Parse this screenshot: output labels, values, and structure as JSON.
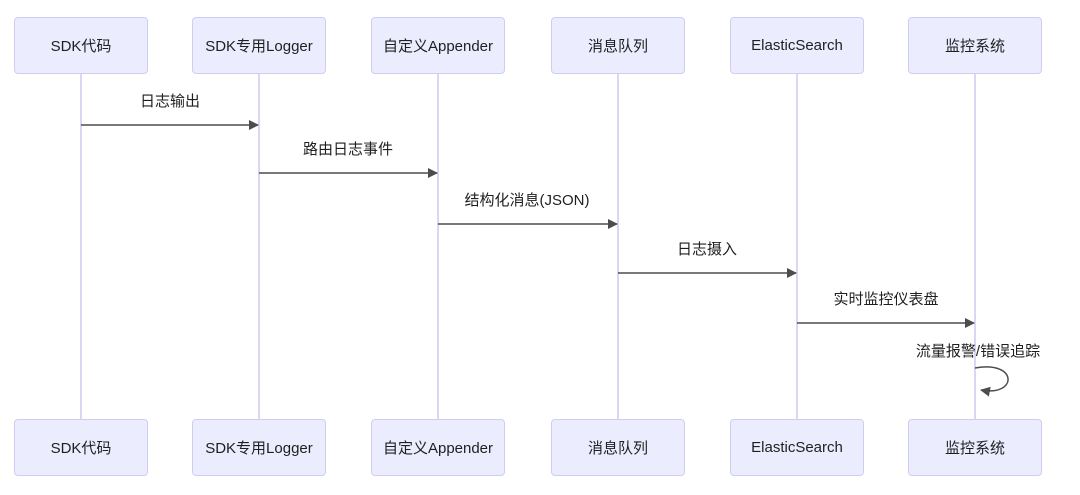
{
  "diagram": {
    "type": "sequence-diagram",
    "actors": [
      {
        "id": "sdk-code",
        "label": "SDK代码"
      },
      {
        "id": "sdk-logger",
        "label": "SDK专用Logger"
      },
      {
        "id": "custom-appender",
        "label": "自定义Appender"
      },
      {
        "id": "message-queue",
        "label": "消息队列"
      },
      {
        "id": "elasticsearch",
        "label": "ElasticSearch"
      },
      {
        "id": "monitoring",
        "label": "监控系统"
      }
    ],
    "messages": [
      {
        "from": "SDK代码",
        "to": "SDK专用Logger",
        "label": "日志输出",
        "arrow": "solid"
      },
      {
        "from": "SDK专用Logger",
        "to": "自定义Appender",
        "label": "路由日志事件",
        "arrow": "solid"
      },
      {
        "from": "自定义Appender",
        "to": "消息队列",
        "label": "结构化消息(JSON)",
        "arrow": "solid"
      },
      {
        "from": "消息队列",
        "to": "ElasticSearch",
        "label": "日志摄入",
        "arrow": "solid"
      },
      {
        "from": "ElasticSearch",
        "to": "监控系统",
        "label": "实时监控仪表盘",
        "arrow": "solid"
      },
      {
        "from": "监控系统",
        "to": "监控系统",
        "label": "流量报警/错误追踪",
        "arrow": "self-loop"
      }
    ],
    "colors": {
      "background": "#ffffff",
      "actor_fill": "#ececff",
      "actor_border": "#d0cdf2",
      "lifeline": "#cfc8ef",
      "arrow": "#4d4d4d",
      "text": "#1f1f1f"
    }
  }
}
